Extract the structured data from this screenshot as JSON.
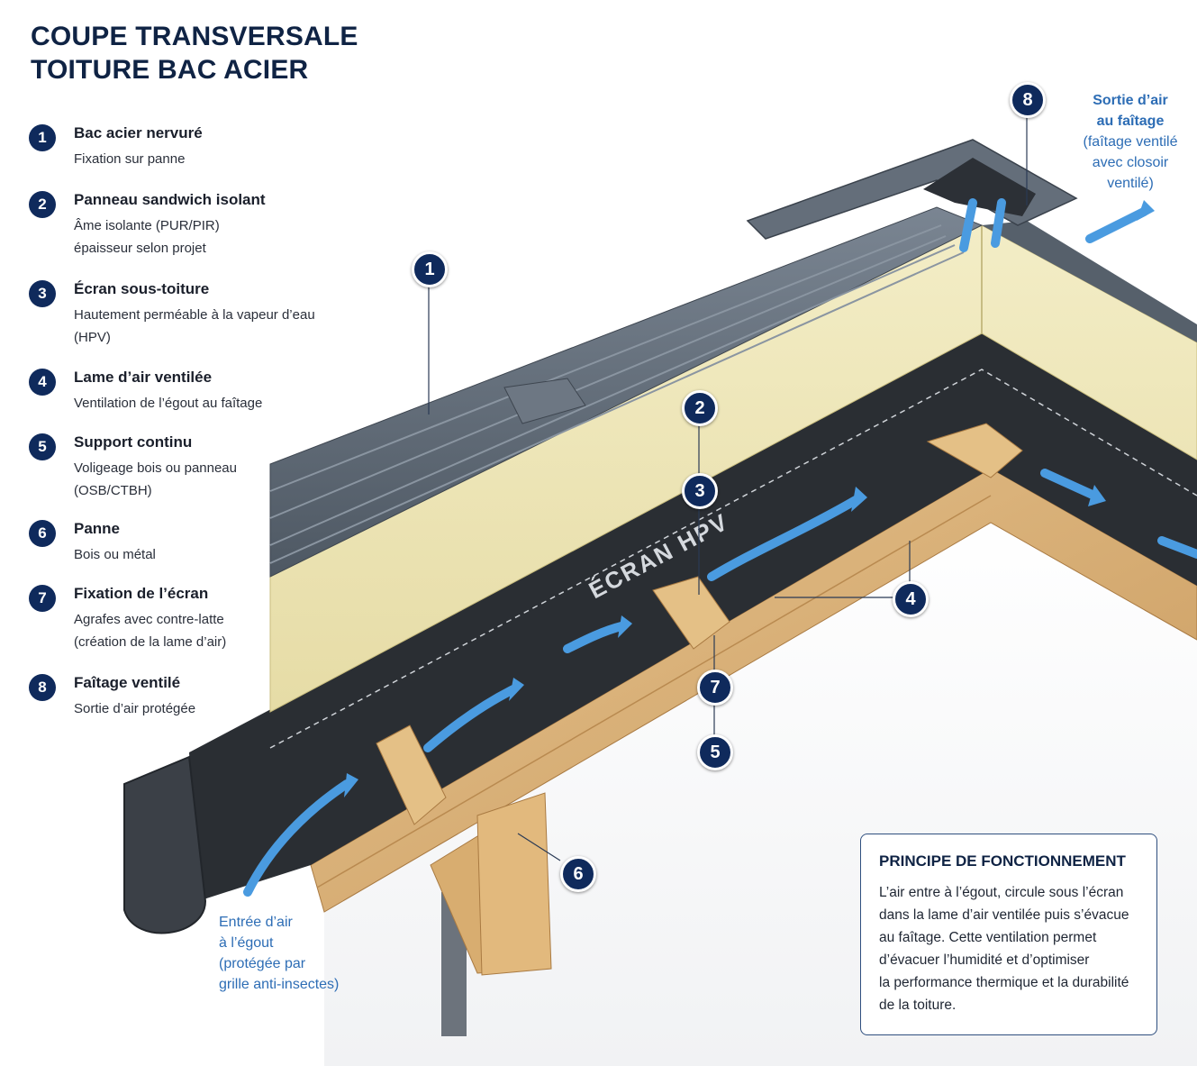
{
  "title": {
    "line1": "COUPE TRANSVERSALE",
    "line2": "TOITURE BAC ACIER"
  },
  "legend": [
    {
      "num": "1",
      "title": "Bac acier nervuré",
      "desc": [
        "Fixation sur panne"
      ]
    },
    {
      "num": "2",
      "title": "Panneau sandwich isolant",
      "desc": [
        "Âme isolante (PUR/PIR)",
        "épaisseur selon projet"
      ]
    },
    {
      "num": "3",
      "title": "Écran sous-toiture",
      "desc": [
        "Hautement perméable à la vapeur d’eau",
        "(HPV)"
      ]
    },
    {
      "num": "4",
      "title": "Lame d’air ventilée",
      "desc": [
        "Ventilation de l’égout au faîtage"
      ]
    },
    {
      "num": "5",
      "title": "Support continu",
      "desc": [
        "Voligeage bois ou panneau",
        "(OSB/CTBH)"
      ]
    },
    {
      "num": "6",
      "title": "Panne",
      "desc": [
        "Bois ou métal"
      ]
    },
    {
      "num": "7",
      "title": "Fixation de l’écran",
      "desc": [
        "Agrafes avec contre-latte",
        "(création de la lame d’air)"
      ]
    },
    {
      "num": "8",
      "title": "Faîtage ventilé",
      "desc": [
        "Sortie d’air protégée"
      ]
    }
  ],
  "callouts": [
    "1",
    "2",
    "3",
    "4",
    "5",
    "6",
    "7",
    "8"
  ],
  "ridge_note": {
    "line1": "Sortie d’air",
    "line2": "au faîtage",
    "line3": "(faîtage ventilé",
    "line4": "avec closoir",
    "line5": "ventilé)"
  },
  "eave_note": {
    "line1": "Entrée d’air",
    "line2": "à l’égout",
    "line3": "(protégée par",
    "line4": "grille anti-insectes)"
  },
  "membrane_print": "ÉCRAN HPV",
  "principle": {
    "title": "PRINCIPE DE FONCTIONNEMENT",
    "lines": [
      "L’air entre à l’égout, circule sous l’écran",
      "dans la lame d’air ventilée puis s’évacue",
      "au faîtage. Cette ventilation permet",
      "d’évacuer l’humidité et d’optimiser",
      "la performance thermique et la durabilité",
      "de la toiture."
    ]
  },
  "colors": {
    "navy": "#0f2a5c",
    "steel": "#5f6b78",
    "insulation": "#eee7b8",
    "membrane": "#2a2e33",
    "wood": "#d9b27c",
    "airflow": "#4a9be0",
    "note_blue": "#2d6db5"
  }
}
